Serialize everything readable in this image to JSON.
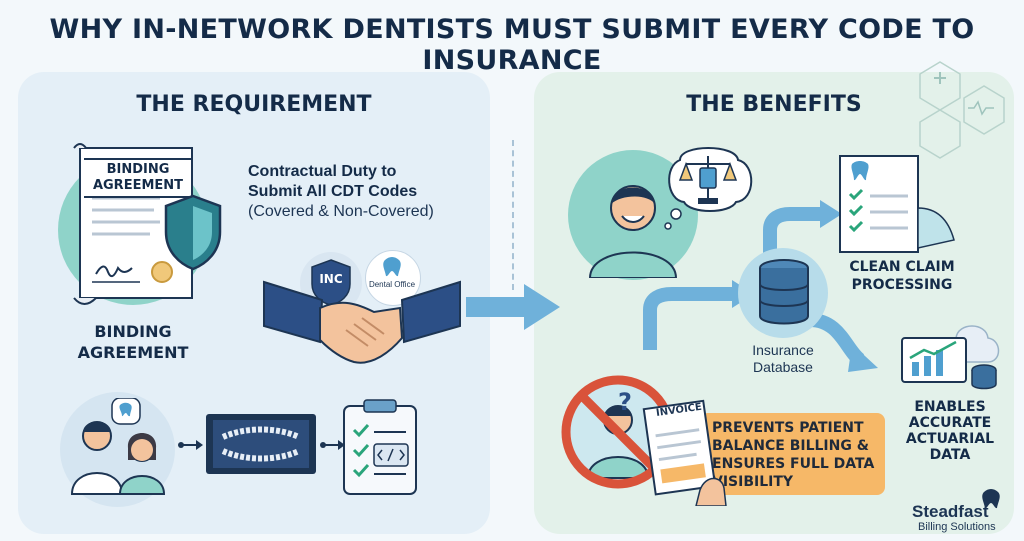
{
  "title": "WHY IN-NETWORK DENTISTS MUST SUBMIT EVERY CODE TO INSURANCE",
  "left": {
    "heading": "THE REQUIREMENT",
    "doc_label": "BINDING AGREEMENT",
    "doc_caption": "BINDING AGREEMENT",
    "duty_line1": "Contractual Duty to",
    "duty_line2": "Submit All CDT Codes",
    "duty_line3": "(Covered & Non-Covered)",
    "insurer_badge": "INC",
    "office_label": "Dental Office"
  },
  "right": {
    "heading": "THE BENEFITS",
    "clean_claim": "CLEAN CLAIM PROCESSING",
    "database_label": "Insurance Database",
    "actuarial": "ENABLES ACCURATE ACTUARIAL DATA",
    "prevents": "PREVENTS PATIENT BALANCE BILLING & ENSURES FULL DATA VISIBILITY",
    "invoice_label": "INVOICE"
  },
  "brand": {
    "name": "Steadfast",
    "tagline": "Billing Solutions"
  },
  "colors": {
    "navy": "#142b48",
    "accent_blue": "#4f9fcf",
    "teal": "#8fd3c9",
    "orange": "#f6b868",
    "red": "#d9533a"
  }
}
